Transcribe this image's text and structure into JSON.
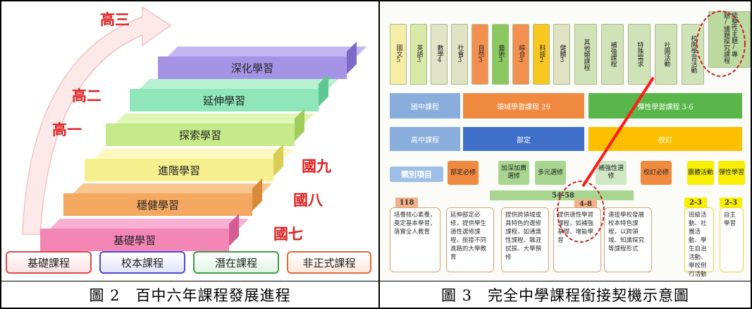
{
  "left": {
    "steps": [
      "深化學習",
      "延伸學習",
      "探索學習",
      "進階學習",
      "穩健學習",
      "基礎學習"
    ],
    "grades_high": [
      "高三",
      "高二",
      "高一"
    ],
    "grades_junior": [
      "國九",
      "國八",
      "國七"
    ],
    "legend": [
      "基礎課程",
      "校本課程",
      "潛在課程",
      "非正式課程"
    ],
    "caption": "圖 2　百中六年課程發展進程"
  },
  "right": {
    "subjects": [
      "國文5",
      "英語3",
      "數學4",
      "社會3",
      "自然3",
      "藝術3",
      "綜合3",
      "科技2",
      "健體3",
      "其他類課程",
      "補強課程",
      "特殊需求",
      "社團活動",
      "校際學習活動",
      "統整性主題/專題/議題探究課程"
    ],
    "row_jh": [
      "國中課程",
      "領域學習課程 29",
      "彈性學習課程 3-6"
    ],
    "row_sh": [
      "高中課程",
      "部定",
      "校訂"
    ],
    "cat_label": "類別項目",
    "categories": [
      "部定必修",
      "加深加廣選修",
      "多元選修",
      "補強性選修",
      "校訂必修",
      "團體活動",
      "彈性學習"
    ],
    "credits": [
      "118",
      "54-58",
      "4-8",
      "2-3",
      "2-3"
    ],
    "descs": [
      "培養核心素養，奠定基本學習，落實全人教育",
      "延伸部定必修，提供學生適性選修課程，銜接不同進路的大學教育",
      "提供跨領域或具特色的選修課程，如通識性課程、職涯試探、大學預修",
      "提供適性學習課程，如補強基礎、增能學習",
      "連接學校發展校本特色課程，以跨領域、知識探究等課程形式"
    ],
    "group_desc": "班級活動、社團活動、學生自治活動、學校例行活動",
    "flex_desc": "自主學習",
    "caption": "圖 3　完全中學課程銜接契機示意圖"
  }
}
